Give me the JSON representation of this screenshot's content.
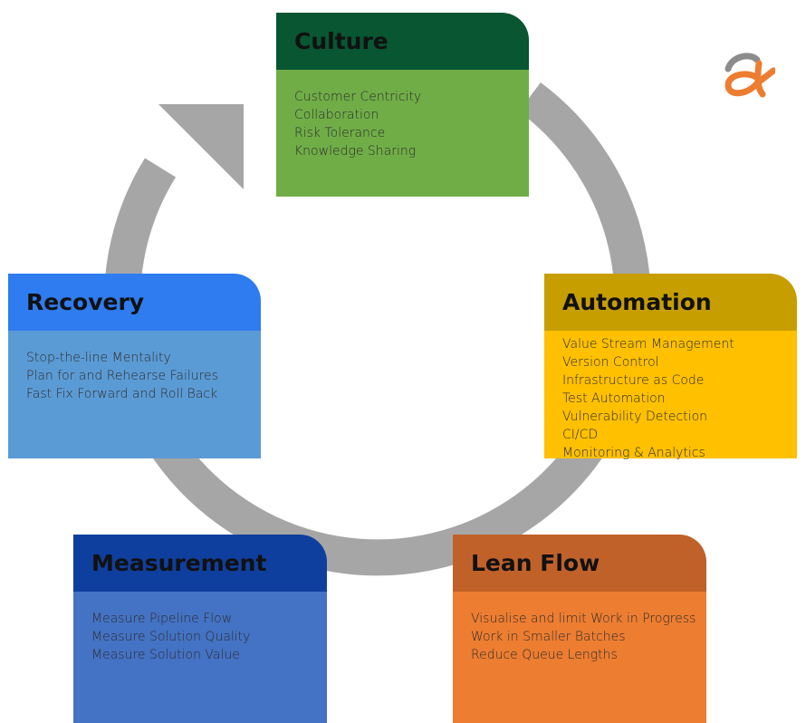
{
  "colors": {
    "arrow": "#a6a6a6",
    "logo_orange": "#ed7d31",
    "logo_grey": "#8c8c8c"
  },
  "cards": {
    "culture": {
      "title": "Culture",
      "items": [
        "Customer Centricity",
        "Collaboration",
        "Risk Tolerance",
        "Knowledge Sharing"
      ]
    },
    "automation": {
      "title": "Automation",
      "items": [
        "Value Stream Management",
        "Version Control",
        "Infrastructure as Code",
        "Test Automation",
        "Vulnerability Detection",
        "CI/CD",
        "Monitoring & Analytics"
      ]
    },
    "leanflow": {
      "title": "Lean Flow",
      "items": [
        "Visualise and limit Work in Progress",
        "Work in Smaller Batches",
        "Reduce Queue Lengths"
      ]
    },
    "measurement": {
      "title": "Measurement",
      "items": [
        "Measure Pipeline Flow",
        "Measure Solution Quality",
        "Measure Solution Value"
      ]
    },
    "recovery": {
      "title": "Recovery",
      "items": [
        "Stop-the-line Mentality",
        "Plan for and Rehearse Failures",
        "Fast Fix Forward and Roll Back"
      ]
    }
  }
}
